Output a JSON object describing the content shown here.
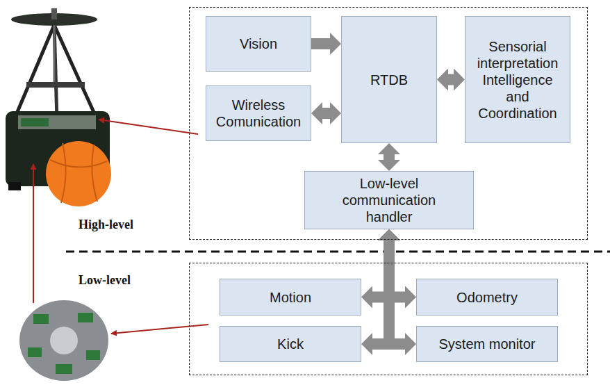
{
  "diagram": {
    "nodes": [
      {
        "text": [
          "High-level"
        ]
      },
      {
        "text": [
          "Vision"
        ],
        "in": 0
      },
      {
        "text": [
          "Wireless Comunication"
        ],
        "in": 0
      },
      {
        "text": [
          "RTDB"
        ],
        "in": 0
      },
      {
        "text": [
          "Sensorial interpretation Intelligence and Coordination"
        ],
        "in": 0
      },
      {
        "text": [
          "Low-level communication handler"
        ],
        "in": 0
      },
      {
        "text": [
          "Low-level"
        ]
      },
      {
        "text": [
          "Motion"
        ],
        "in": 6
      },
      {
        "text": [
          "Odometry"
        ],
        "in": 6
      },
      {
        "text": [
          "Kick"
        ],
        "in": 6
      },
      {
        "text": [
          "System monitor"
        ],
        "in": 6
      }
    ],
    "edges": [
      {
        "from": 1,
        "to": 3,
        "arrow": "to"
      },
      {
        "from": 2,
        "to": 3,
        "arrow": "both"
      },
      {
        "from": 3,
        "to": 4,
        "arrow": "both"
      },
      {
        "from": 3,
        "to": 5,
        "arrow": "both"
      },
      {
        "from": 5,
        "to": 7,
        "arrow": "both"
      },
      {
        "from": 5,
        "to": 8,
        "arrow": "both"
      },
      {
        "from": 5,
        "to": 9,
        "arrow": "both"
      },
      {
        "from": 5,
        "to": 10,
        "arrow": "both"
      }
    ]
  }
}
